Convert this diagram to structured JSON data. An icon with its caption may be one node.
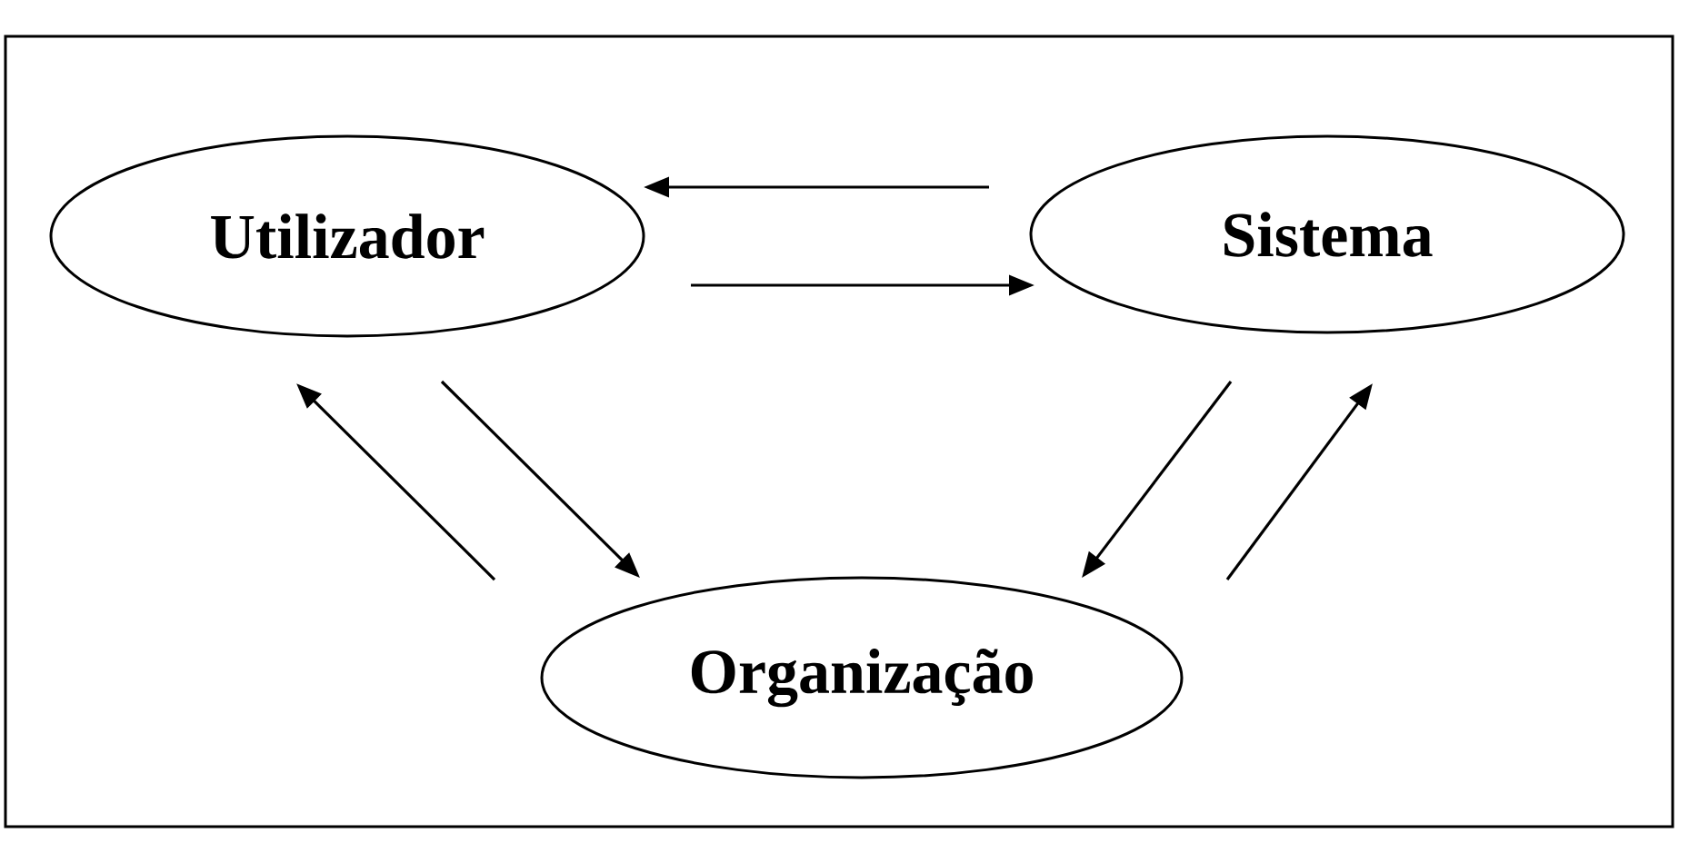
{
  "diagram": {
    "nodes": [
      {
        "text": [
          "Utilizador"
        ]
      },
      {
        "text": [
          "Sistema"
        ]
      },
      {
        "text": [
          "Organização"
        ]
      }
    ],
    "edges": [
      {
        "from": 1,
        "to": 0,
        "arrow": "to"
      },
      {
        "from": 0,
        "to": 1,
        "arrow": "to"
      },
      {
        "from": 2,
        "to": 0,
        "arrow": "to"
      },
      {
        "from": 0,
        "to": 2,
        "arrow": "to"
      },
      {
        "from": 1,
        "to": 2,
        "arrow": "to"
      },
      {
        "from": 2,
        "to": 1,
        "arrow": "to"
      }
    ]
  }
}
